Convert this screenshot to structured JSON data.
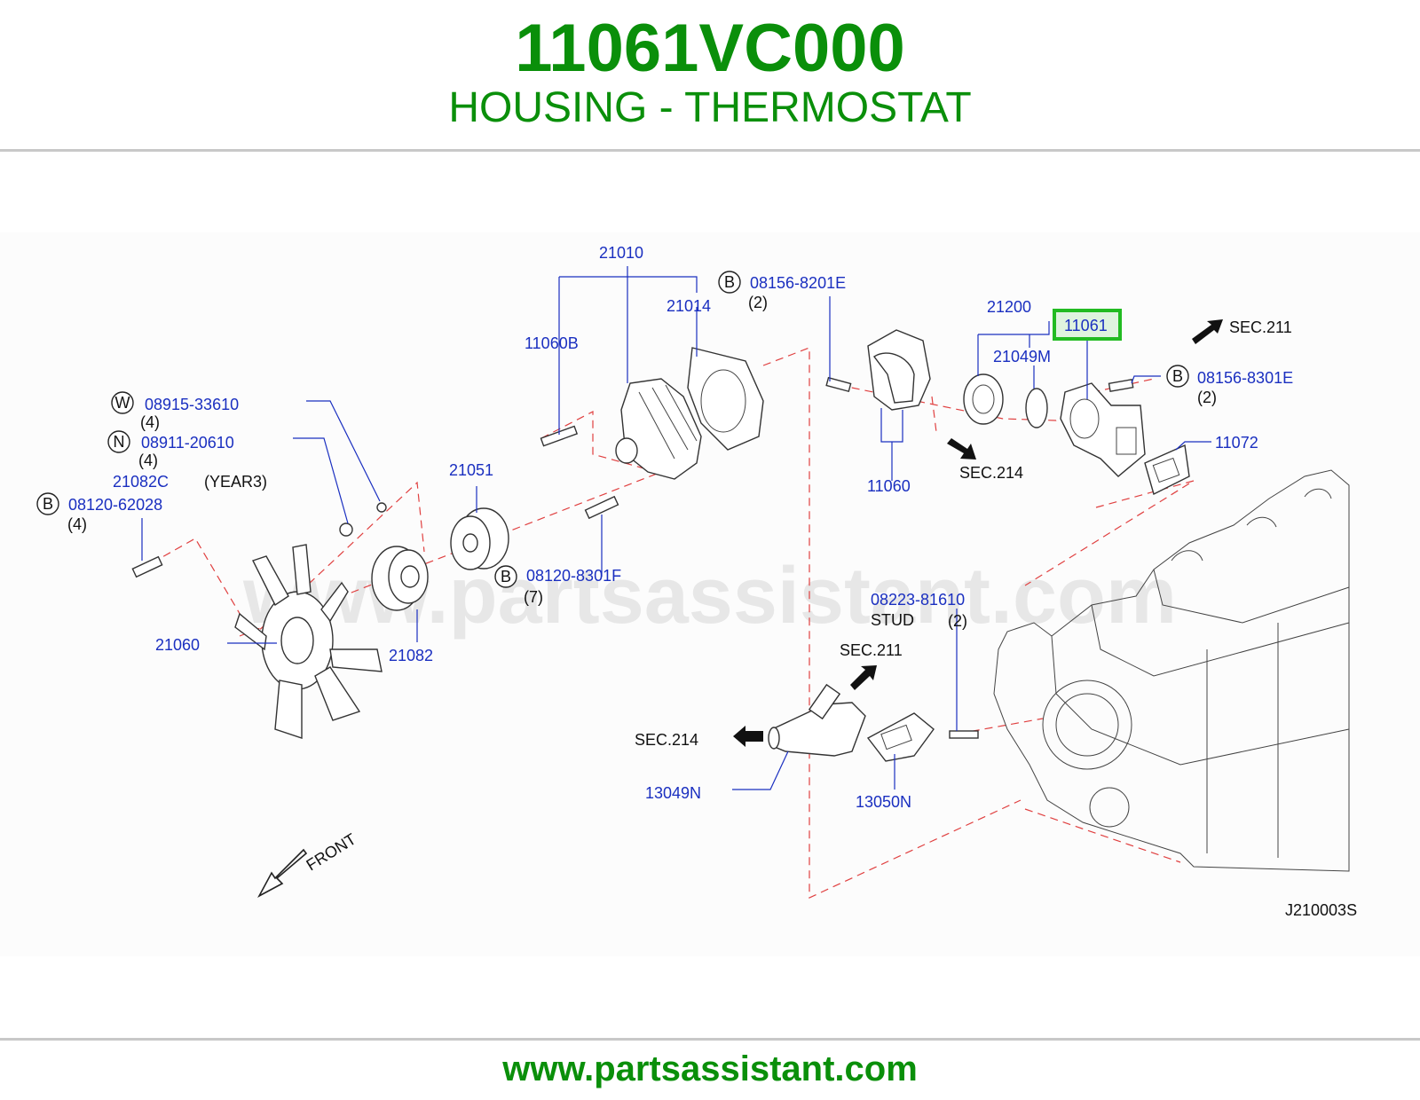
{
  "header": {
    "part_number": "11061VC000",
    "part_name": "HOUSING - THERMOSTAT"
  },
  "footer": {
    "url": "www.partsassistant.com"
  },
  "diagram": {
    "watermark": "www.partsassistant.com",
    "diagram_code": "J210003S",
    "front_label": "FRONT",
    "highlighted_part": "11061",
    "colors": {
      "title_green": "#0a8f0a",
      "callout_blue": "#1a2fc0",
      "dash_red": "#e04040",
      "highlight_green": "#22bb22"
    },
    "callouts": {
      "p21010": "21010",
      "p21014": "21014",
      "p11060B": "11060B",
      "p08156_8201E": "08156-8201E",
      "p08156_8201E_qty": "(2)",
      "p21200": "21200",
      "p21049M": "21049M",
      "p11061": "11061",
      "p08156_8301E": "08156-8301E",
      "p08156_8301E_qty": "(2)",
      "p11072": "11072",
      "p11060": "11060",
      "p08915_33610": "08915-33610",
      "p08915_33610_qty": "(4)",
      "p08911_20610": "08911-20610",
      "p08911_20610_qty": "(4)",
      "p21082C": "21082C",
      "p21082C_note": "(YEAR3)",
      "p08120_62028": "08120-62028",
      "p08120_62028_qty": "(4)",
      "p21051": "21051",
      "p08120_8301F": "08120-8301F",
      "p08120_8301F_qty": "(7)",
      "p21060": "21060",
      "p21082": "21082",
      "p08223_81610": "08223-81610",
      "p08223_81610_note": "STUD",
      "p08223_81610_qty": "(2)",
      "p13049N": "13049N",
      "p13050N": "13050N"
    },
    "badges": {
      "b1": "B",
      "b2": "B",
      "w": "W",
      "n": "N",
      "b3": "B",
      "b4": "B"
    },
    "sections": {
      "sec211_top": "SEC.211",
      "sec214_mid": "SEC.214",
      "sec211_low": "SEC.211",
      "sec214_low": "SEC.214"
    }
  }
}
